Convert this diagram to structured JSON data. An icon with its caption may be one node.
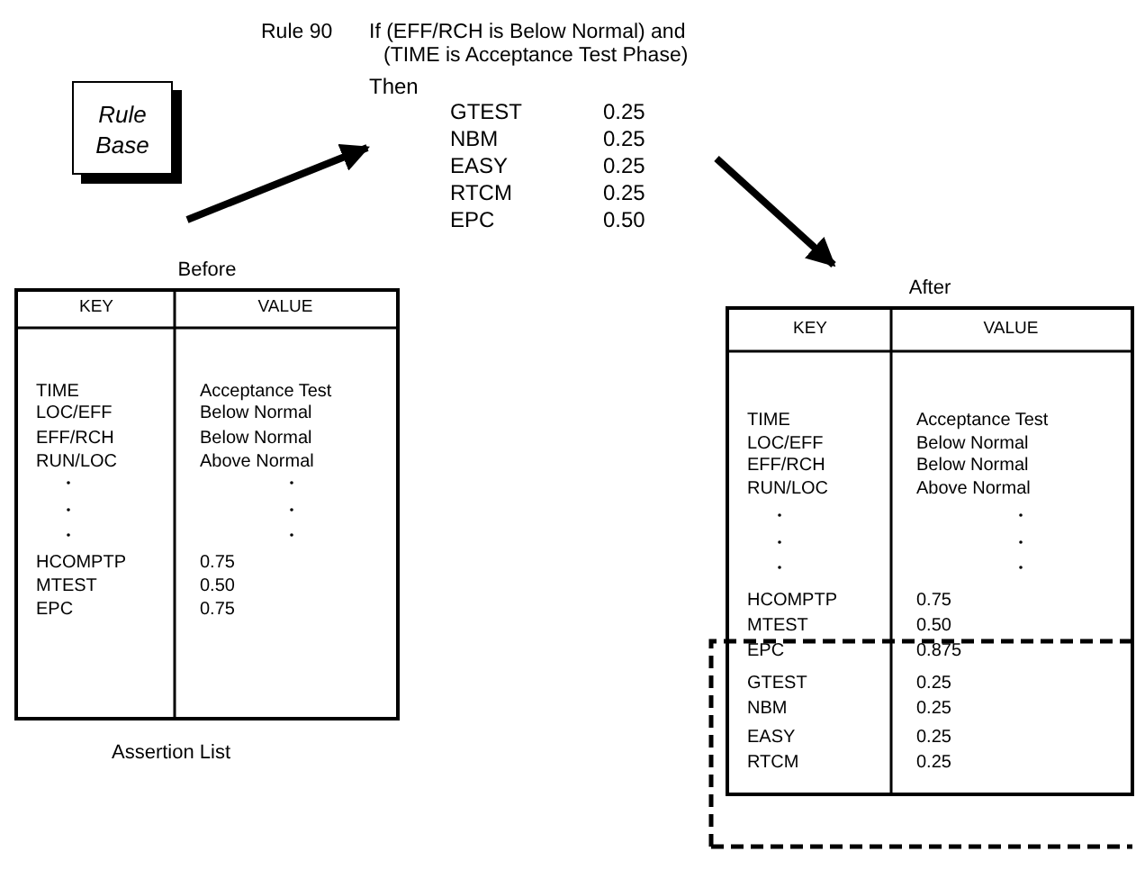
{
  "diagram": {
    "nodes": [
      {
        "text": [
          "Rule Base"
        ]
      },
      {
        "text": [
          "If (EFF/RCH is Below Normal) and (TIME is Acceptance Test Phase)",
          "Then",
          "GTEST",
          "0.25",
          "NBM",
          "0.25",
          "EASY",
          "0.25",
          "RTCM",
          "0.25",
          "EPC",
          "0.50"
        ]
      },
      {
        "text": [
          "Before",
          "KEY",
          "VALUE",
          "TIME",
          "Acceptance Test",
          "LOC/EFF",
          "Below Normal",
          "EFF/RCH",
          "Below Normal",
          "RUN/LOC",
          "Above Normal",
          "HCOMPTP",
          "0.75",
          "MTEST",
          "0.50",
          "EPC",
          "0.75"
        ],
        "beside": [
          "Assertion List"
        ]
      },
      {
        "text": [
          "After",
          "KEY",
          "VALUE",
          "TIME",
          "Acceptance Test",
          "LOC/EFF",
          "Below Normal",
          "EFF/RCH",
          "Below Normal",
          "RUN/LOC",
          "Above Normal",
          "HCOMPTP",
          "0.75",
          "MTEST",
          "0.50",
          "EPC",
          "0.875",
          "GTEST",
          "0.25",
          "NBM",
          "0.25",
          "EASY",
          "0.25",
          "RTCM",
          "0.25"
        ]
      }
    ],
    "edges": [
      {
        "from": 0,
        "to": 1,
        "arrow": "to"
      },
      {
        "from": 1,
        "to": 3,
        "arrow": "to"
      }
    ],
    "labels": [
      "Rule 90"
    ]
  }
}
